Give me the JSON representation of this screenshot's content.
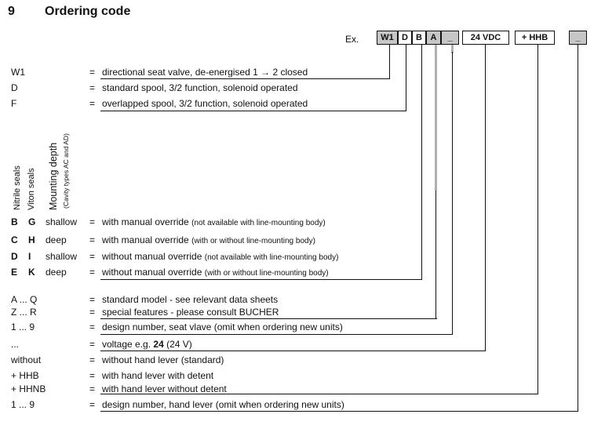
{
  "strings": {
    "eq": "="
  },
  "title": {
    "number": "9",
    "text": "Ordering code"
  },
  "example": {
    "label": "Ex.",
    "boxes": [
      {
        "text": "W1",
        "shaded": true
      },
      {
        "text": "D",
        "shaded": false
      },
      {
        "text": "B",
        "shaded": false
      },
      {
        "text": "A",
        "shaded": true
      },
      {
        "text": "_",
        "shaded": true
      },
      {
        "text": "24 VDC",
        "shaded": false
      },
      {
        "text": "+ HHB",
        "shaded": false
      },
      {
        "text": "_",
        "shaded": true
      }
    ]
  },
  "rotated_labels": {
    "nitrile": "Nitrile seals",
    "viton": "Viton seals",
    "mounting": "Mounting depth",
    "cavity": "(Cavity types AC and AD)"
  },
  "rows": [
    {
      "code": "W1",
      "desc": "directional seat valve, de-energised 1 → 2 closed"
    },
    {
      "code": "D",
      "desc": "standard spool, 3/2 function, solenoid operated"
    },
    {
      "code": "F",
      "desc": "overlapped spool, 3/2 function, solenoid operated"
    },
    {
      "code": "B",
      "code2": "G",
      "depth": "shallow",
      "desc": "with manual override",
      "desc_small": "(not available with line-mounting body)"
    },
    {
      "code": "C",
      "code2": "H",
      "depth": "deep",
      "desc": "with manual override",
      "desc_small": "(with or without line-mounting body)"
    },
    {
      "code": "D",
      "code2": "I",
      "depth": "shallow",
      "desc": "without manual override",
      "desc_small": "(not available with line-mounting body)"
    },
    {
      "code": "E",
      "code2": "K",
      "depth": "deep",
      "desc": "without manual override",
      "desc_small": "(with or without line-mounting body)"
    },
    {
      "code": "A ... Q",
      "desc": "standard model - see relevant data sheets"
    },
    {
      "code": "Z ... R",
      "desc": "special features - please consult BUCHER"
    },
    {
      "code": "1 ... 9",
      "desc": "design number, seat vlave (omit when ordering new units)"
    },
    {
      "code": "...",
      "desc_pre": "voltage e.g. ",
      "desc_bold": "24",
      "desc_post": " (24 V)"
    },
    {
      "code": "without",
      "desc": "without hand lever (standard)"
    },
    {
      "code": "+ HHB",
      "desc": "with hand lever with detent"
    },
    {
      "code": "+ HHNB",
      "desc": "with hand lever without detent"
    },
    {
      "code": "1 ... 9",
      "desc": "design number, hand lever (omit when ordering new units)"
    }
  ],
  "colors": {
    "shaded_box": "#c6c6c6",
    "line": "#111111",
    "gray_line": "#b0b0b0"
  }
}
